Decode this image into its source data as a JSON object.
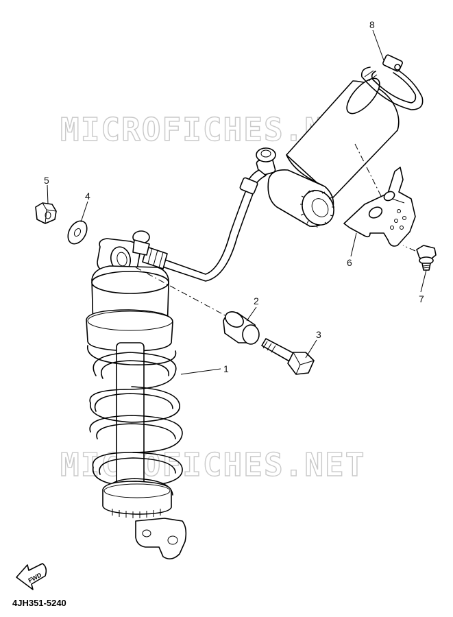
{
  "watermark_top": "MICROFICHES.NET",
  "watermark_bottom": "MICROFICHES.NET",
  "diagram_code": "4JH351-5240",
  "fwd_label": "FWD",
  "callouts": {
    "c1": "1",
    "c2": "2",
    "c3": "3",
    "c4": "4",
    "c5": "5",
    "c6": "6",
    "c7": "7",
    "c8": "8"
  },
  "parts": [
    {
      "number": "1",
      "part": "shock-absorber-assembly"
    },
    {
      "number": "2",
      "part": "collar"
    },
    {
      "number": "3",
      "part": "bolt"
    },
    {
      "number": "4",
      "part": "washer"
    },
    {
      "number": "5",
      "part": "nut"
    },
    {
      "number": "6",
      "part": "reservoir-bracket"
    },
    {
      "number": "7",
      "part": "bracket-screw"
    },
    {
      "number": "8",
      "part": "reservoir-band"
    }
  ]
}
